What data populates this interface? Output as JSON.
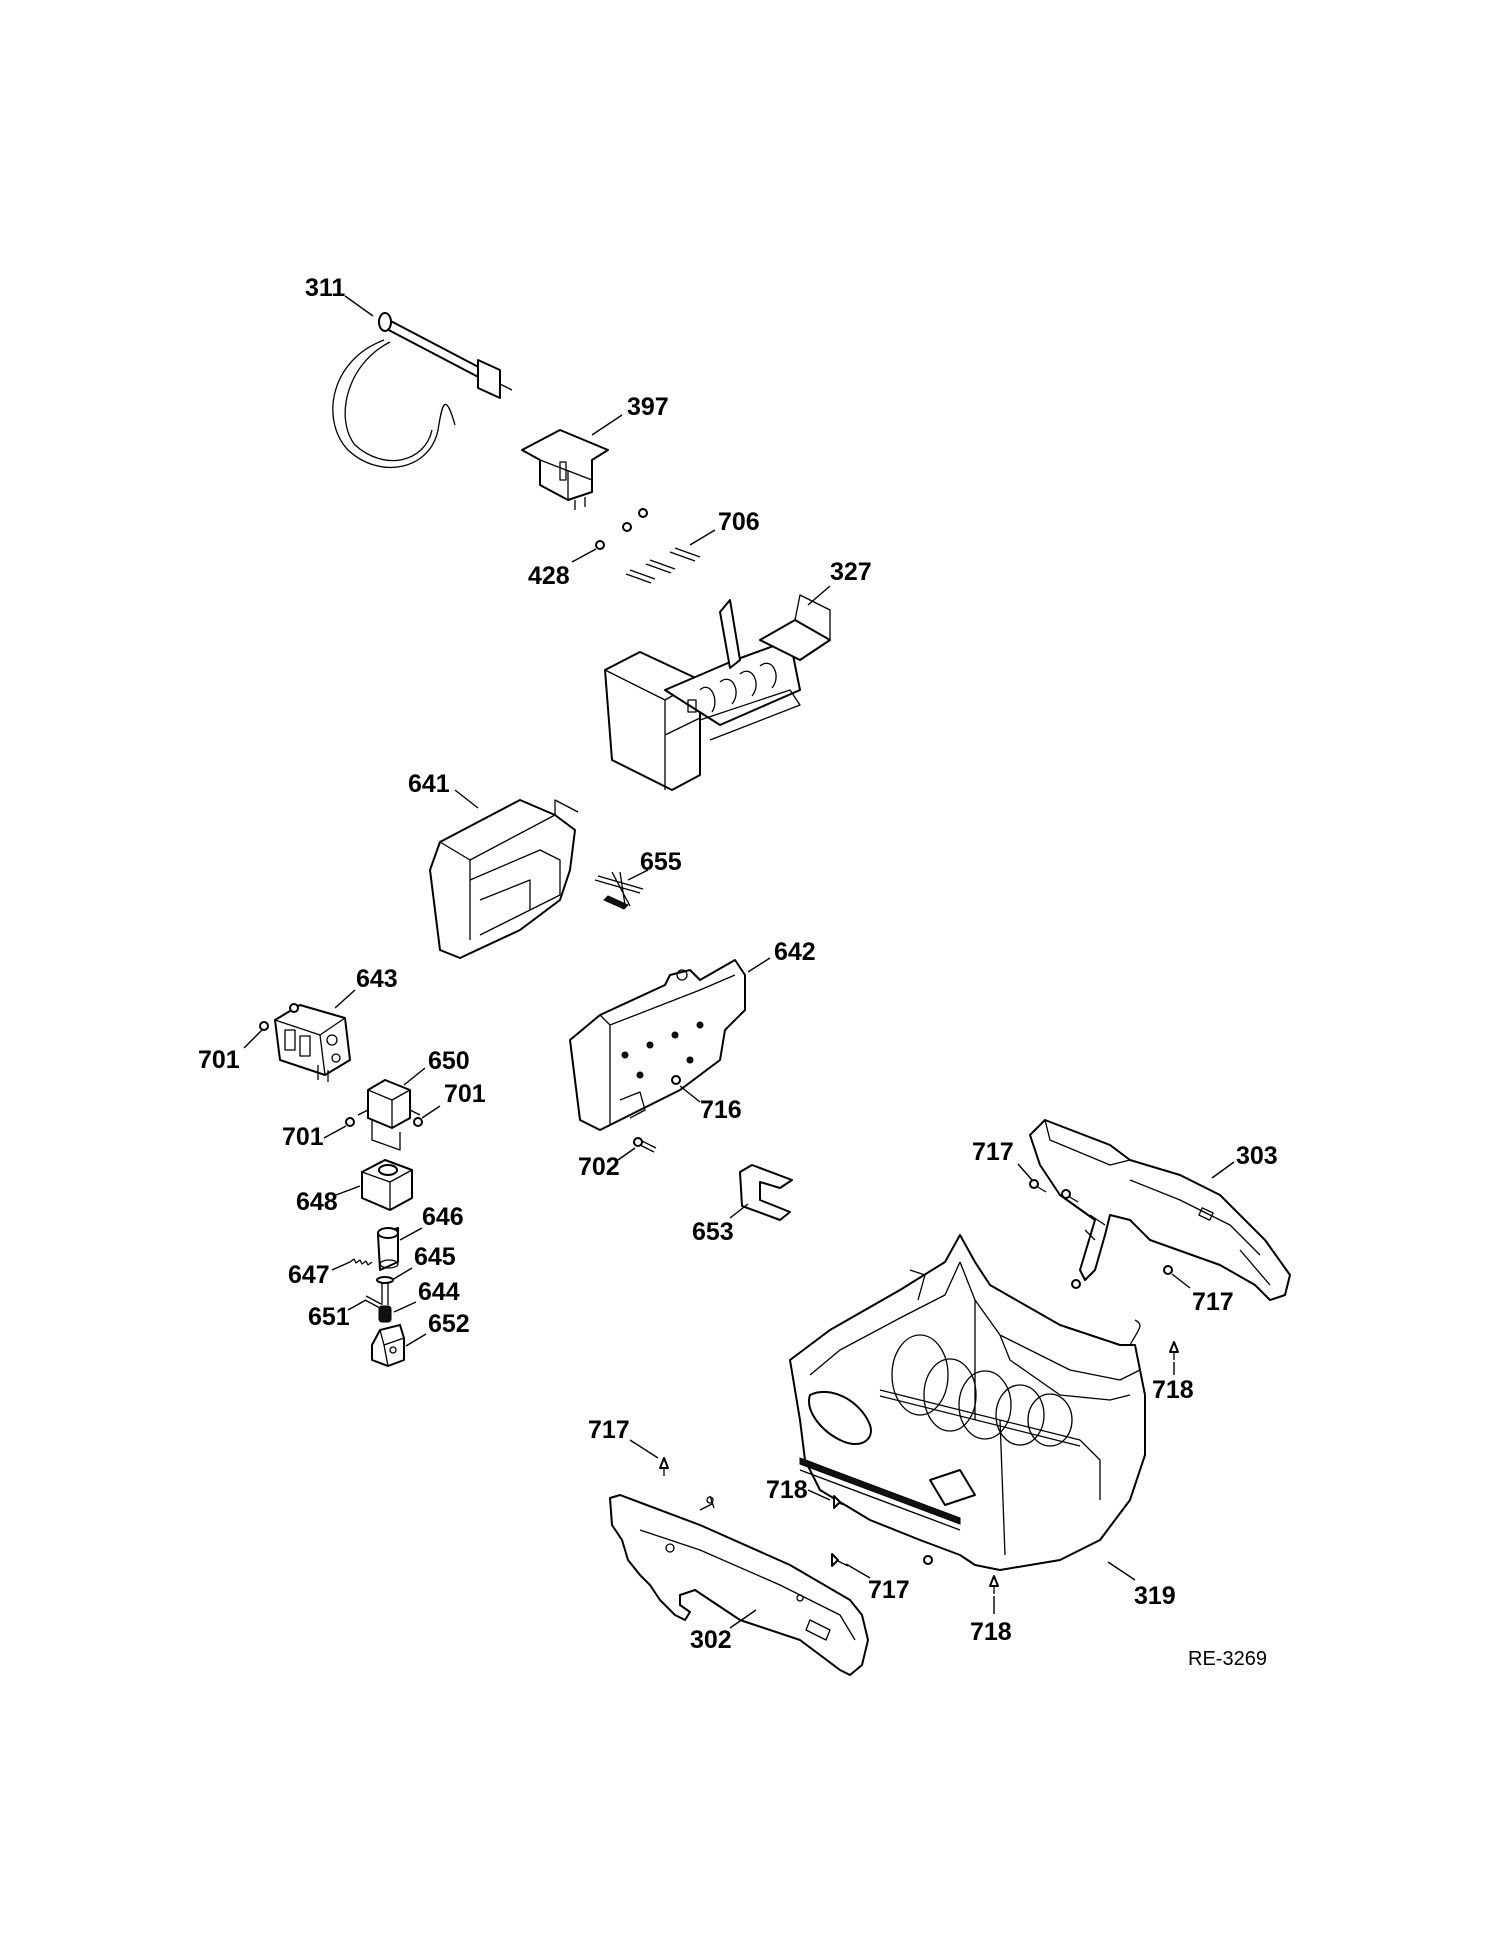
{
  "drawing_ref": "RE-3269",
  "labels": {
    "l311": "311",
    "l397": "397",
    "l706": "706",
    "l428": "428",
    "l327": "327",
    "l641": "641",
    "l655": "655",
    "l642": "642",
    "l643": "643",
    "l701a": "701",
    "l650": "650",
    "l701b": "701",
    "l701c": "701",
    "l716": "716",
    "l702": "702",
    "l648": "648",
    "l646": "646",
    "l647": "647",
    "l645": "645",
    "l651": "651",
    "l644": "644",
    "l652": "652",
    "l653": "653",
    "l717a": "717",
    "l303": "303",
    "l717b": "717",
    "l718a": "718",
    "l717c": "717",
    "l718b": "718",
    "l717d": "717",
    "l319": "319",
    "l718c": "718",
    "l302": "302"
  }
}
